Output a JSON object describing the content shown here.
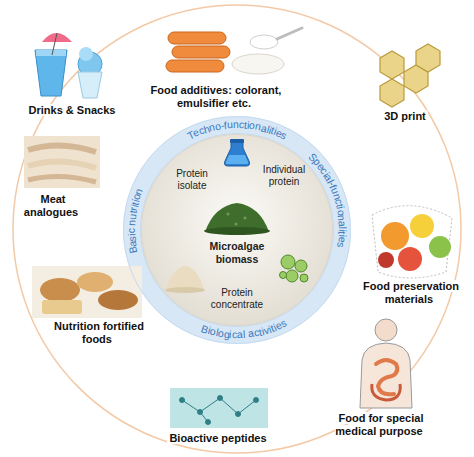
{
  "diagram": {
    "nodes": [
      {
        "text": [
          "Techno-functionalities",
          "Special-functionalities",
          "Biological activities",
          "Basic nutrition"
        ]
      },
      {
        "text": [
          "Protein isolate",
          "Individual protein",
          "Microalgae biomass",
          "Protein concentrate"
        ],
        "in": 0
      }
    ],
    "labels": [
      "Food additives: colorant, emulsifier etc.",
      "3D print",
      "Food preservation materials",
      "Food for special medical purpose",
      "Bioactive peptides",
      "Nutrition fortified foods",
      "Meat analogues",
      "Drinks & Snacks"
    ]
  }
}
